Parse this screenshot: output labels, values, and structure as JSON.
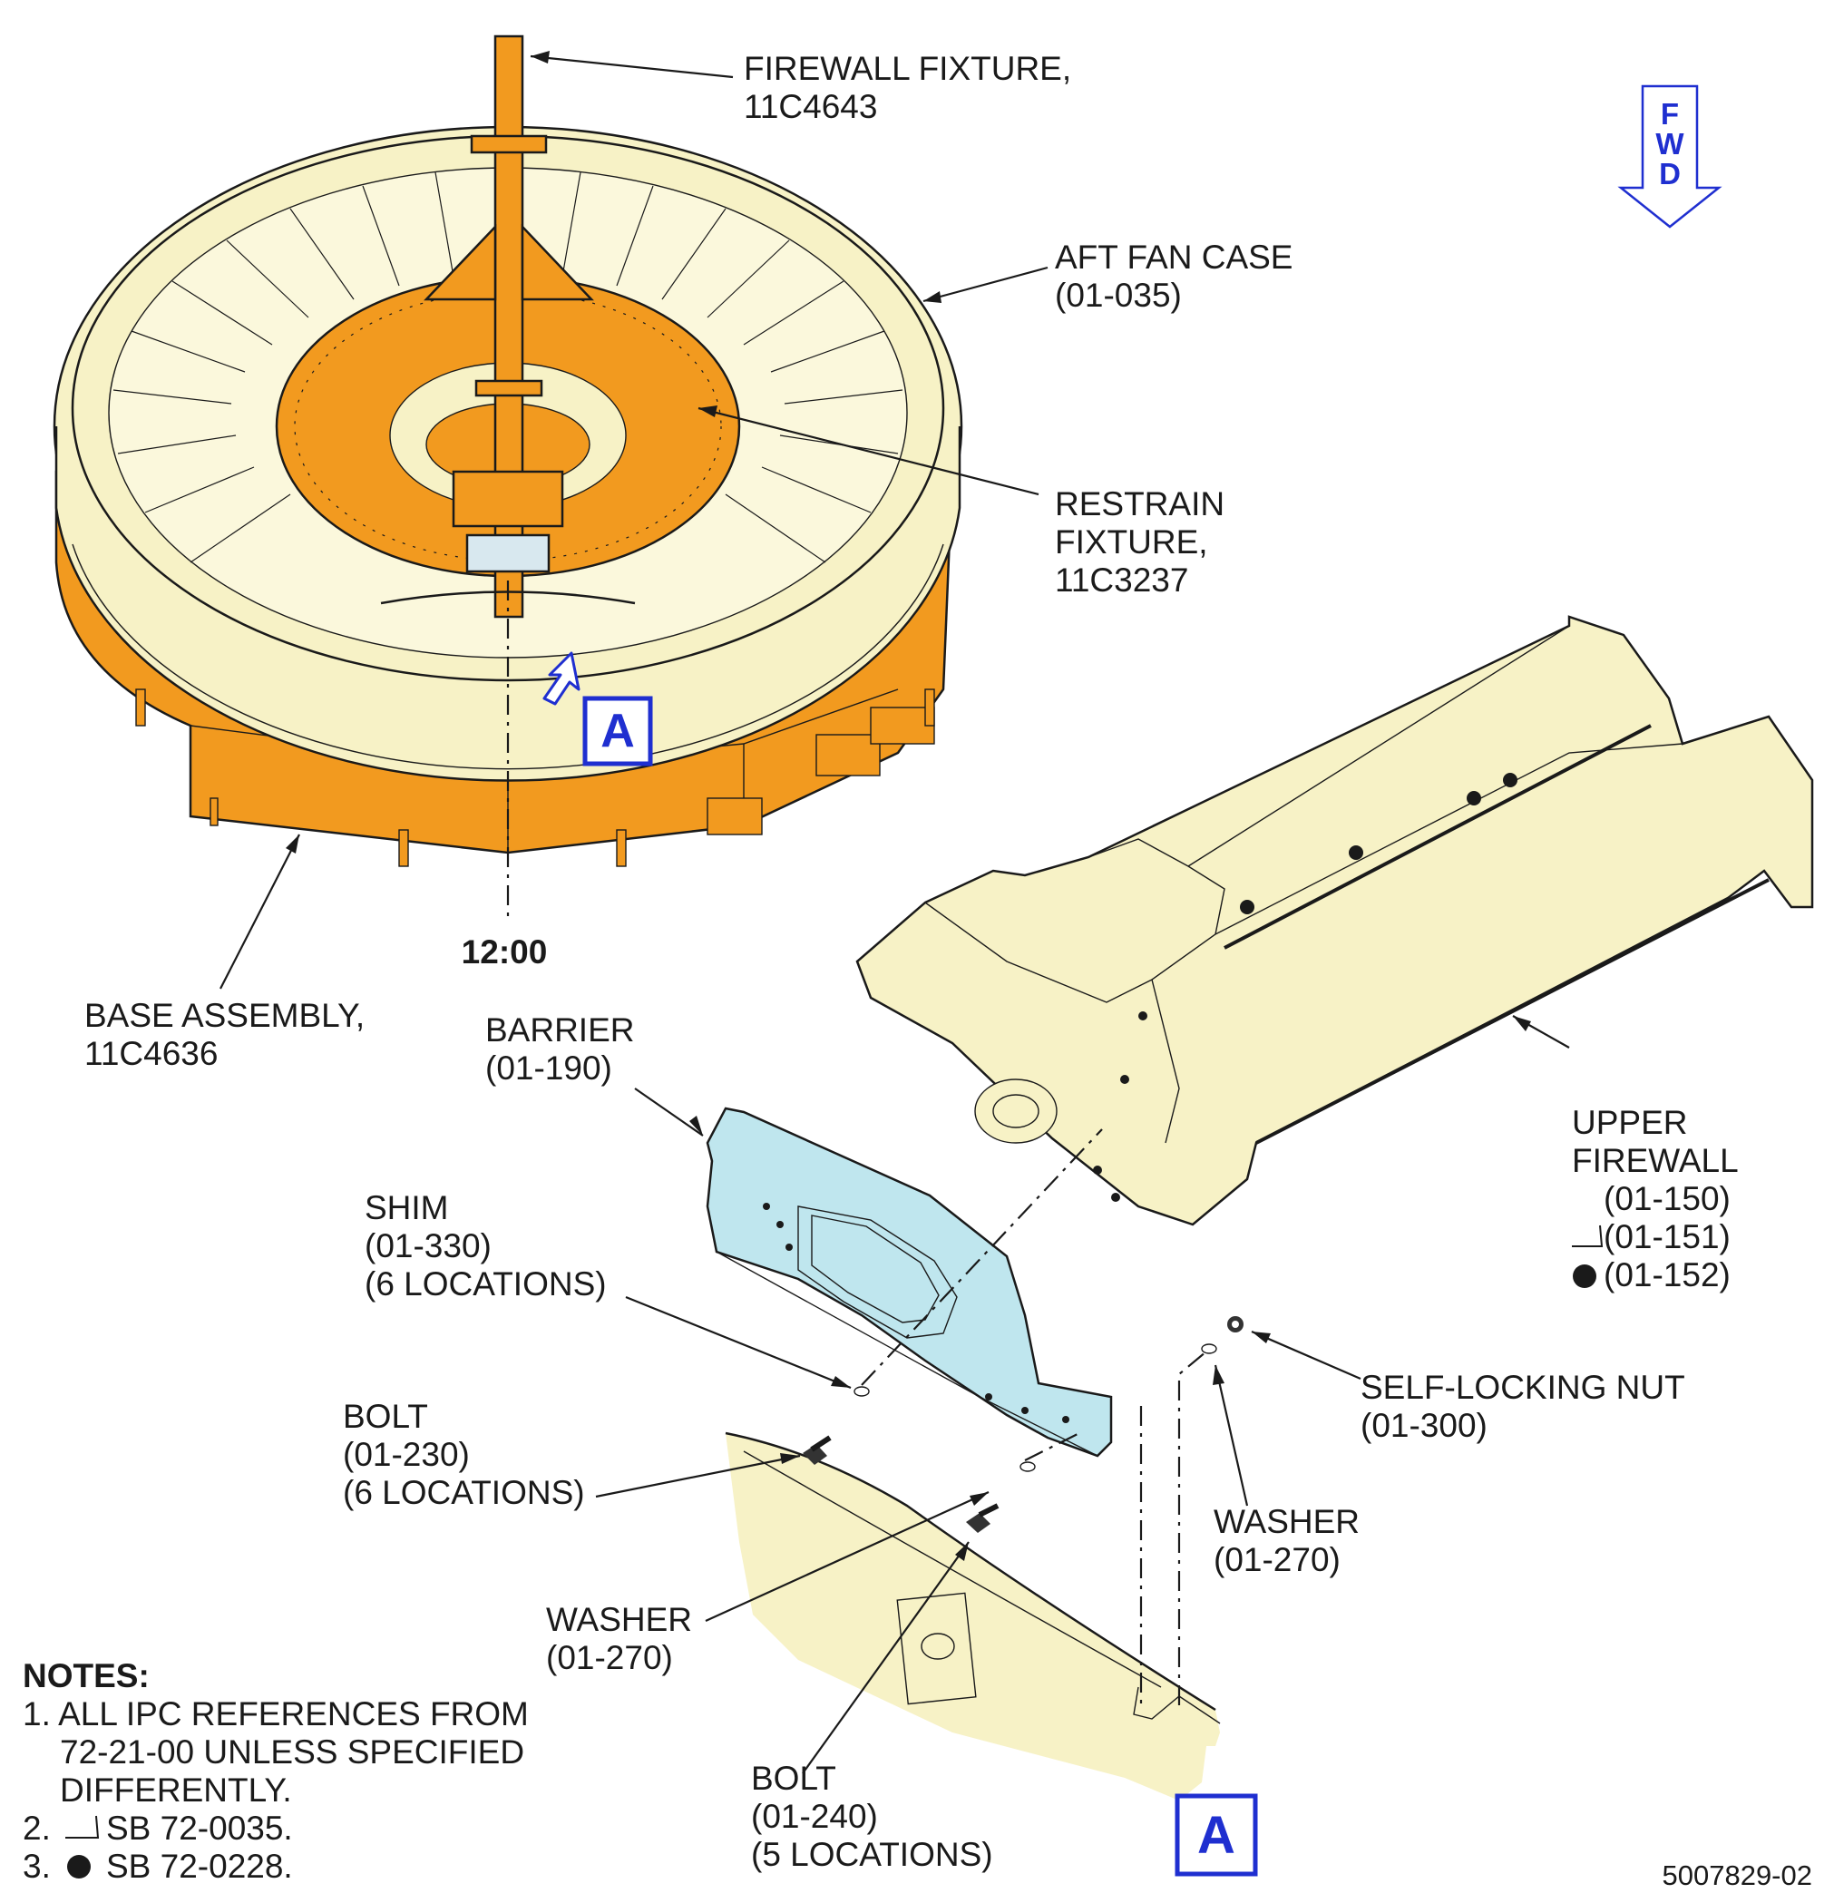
{
  "colors": {
    "fixture_orange": "#f29a1f",
    "part_cream": "#f7f2c6",
    "barrier_blue": "#bfe6ee",
    "callout_blue": "#1f2fd0",
    "line": "#1a1a1a"
  },
  "fwd": {
    "letters": [
      "F",
      "W",
      "D"
    ],
    "icon": "forward-arrow-icon"
  },
  "labels": {
    "firewall_fixture": [
      "FIREWALL FIXTURE,",
      "11C4643"
    ],
    "aft_fan_case": [
      "AFT FAN CASE",
      "(01-035)"
    ],
    "restrain_fixture": [
      "RESTRAIN",
      "FIXTURE,",
      "11C3237"
    ],
    "clock_position": "12:00",
    "base_assembly": [
      "BASE ASSEMBLY,",
      "11C4636"
    ],
    "barrier": [
      "BARRIER",
      "(01-190)"
    ],
    "upper_firewall": [
      "UPPER",
      "FIREWALL",
      "(01-150)",
      "(01-151)",
      "(01-152)"
    ],
    "shim": [
      "SHIM",
      "(01-330)",
      "(6 LOCATIONS)"
    ],
    "self_locking_nut": [
      "SELF-LOCKING NUT",
      "(01-300)"
    ],
    "bolt_230": [
      "BOLT",
      "(01-230)",
      "(6 LOCATIONS)"
    ],
    "washer_right": [
      "WASHER",
      "(01-270)"
    ],
    "washer_left": [
      "WASHER",
      "(01-270)"
    ],
    "bolt_240": [
      "BOLT",
      "(01-240)",
      "(5 LOCATIONS)"
    ]
  },
  "view_callout": "A",
  "view_label": "A",
  "notes": {
    "title": "NOTES:",
    "items": [
      "1. ALL IPC REFERENCES FROM",
      "72-21-00 UNLESS SPECIFIED",
      "DIFFERENTLY.",
      "2.",
      "SB 72-0035.",
      "3.",
      "SB 72-0228."
    ]
  },
  "figure_number": "5007829-02"
}
